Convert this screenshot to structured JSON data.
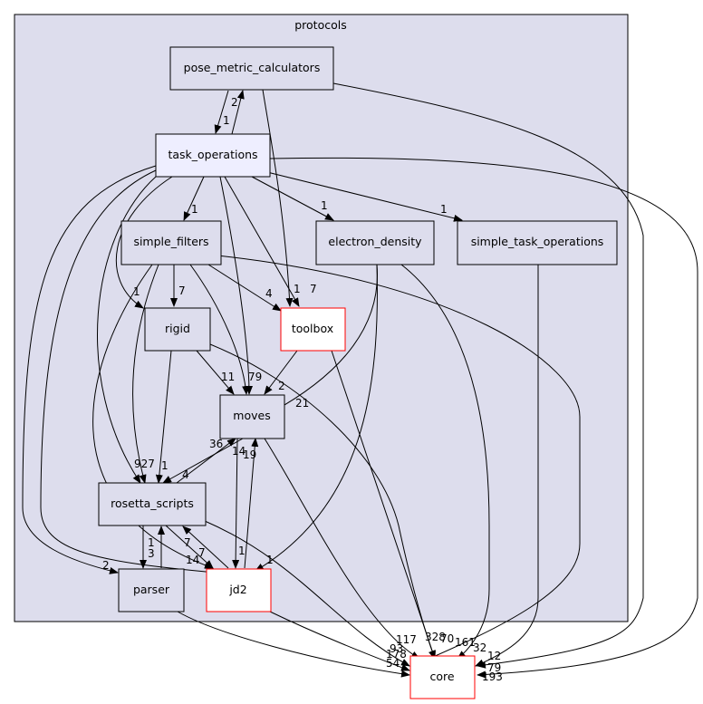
{
  "cluster": {
    "label": "protocols"
  },
  "nodes": {
    "pose_metric_calculators": {
      "label": "pose_metric_calculators"
    },
    "task_operations": {
      "label": "task_operations"
    },
    "simple_filters": {
      "label": "simple_filters"
    },
    "electron_density": {
      "label": "electron_density"
    },
    "simple_task_operations": {
      "label": "simple_task_operations"
    },
    "rigid": {
      "label": "rigid"
    },
    "toolbox": {
      "label": "toolbox"
    },
    "moves": {
      "label": "moves"
    },
    "rosetta_scripts": {
      "label": "rosetta_scripts"
    },
    "parser": {
      "label": "parser"
    },
    "jd2": {
      "label": "jd2"
    },
    "core": {
      "label": "core"
    }
  },
  "colors": {
    "cluster_fill": "#dddded",
    "node_fill": "#dddded",
    "highlight_fill": "#eeeeff",
    "external_border": "#ff0000",
    "default_border": "#000000"
  },
  "edge_labels": {
    "pmc_to": "2",
    "to_pmc": "1",
    "to_sf": "1",
    "to_ed": "1",
    "to_sto": "1",
    "sf_rigid": "7",
    "sf_toolbox": "4",
    "to_rigid": "1",
    "to_toolbox_1": "1",
    "pmc_toolbox": "7",
    "rigid_moves": "11",
    "sf_moves": "79",
    "toolbox_moves": "2",
    "ed_moves": "21",
    "moves_rs": "36",
    "rs_moves": "14",
    "jd2_moves": "19",
    "to_rs": "927",
    "rigid_rs": "1",
    "sf_rs": "4",
    "rs_parser": "1",
    "parser_rs": "3",
    "rs_jd2": "7",
    "jd2_rs": "7",
    "to_parser": "2",
    "moves_jd2": "1",
    "ed_jd2": "1",
    "to_jd2": "14",
    "core_117": "117",
    "core_328": "328",
    "core_70": "70",
    "core_161": "161",
    "core_32": "32",
    "core_12": "12",
    "core_79": "79",
    "core_193": "193",
    "core_93": "93",
    "core_178": "178",
    "core_54": "54"
  }
}
